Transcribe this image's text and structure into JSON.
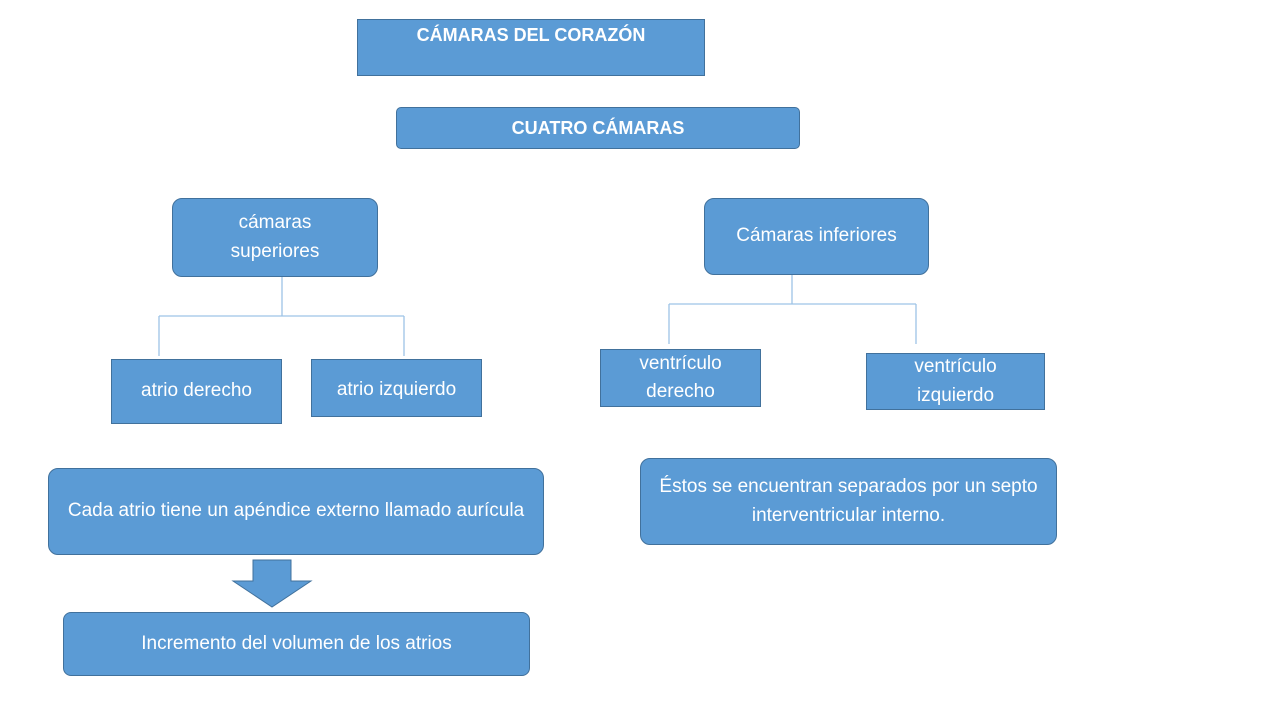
{
  "title": "CÁMARAS DEL CORAZÓN",
  "subtitle": "CUATRO CÁMARAS",
  "upper": {
    "label": "cámaras superiores",
    "children": [
      "atrio derecho",
      "atrio izquierdo"
    ]
  },
  "lower": {
    "label": "Cámaras inferiores",
    "children": [
      "ventrículo derecho",
      "ventrículo izquierdo"
    ]
  },
  "atria_note": "Cada atrio tiene un apéndice externo llamado aurícula",
  "atria_result": "Incremento del volumen de los atrios",
  "ventricles_note": "Éstos se encuentran separados por un septo interventricular interno.",
  "colors": {
    "box_fill": "#5b9bd5",
    "box_border": "#41719c",
    "connector": "#9dc3e6",
    "text": "#ffffff"
  }
}
